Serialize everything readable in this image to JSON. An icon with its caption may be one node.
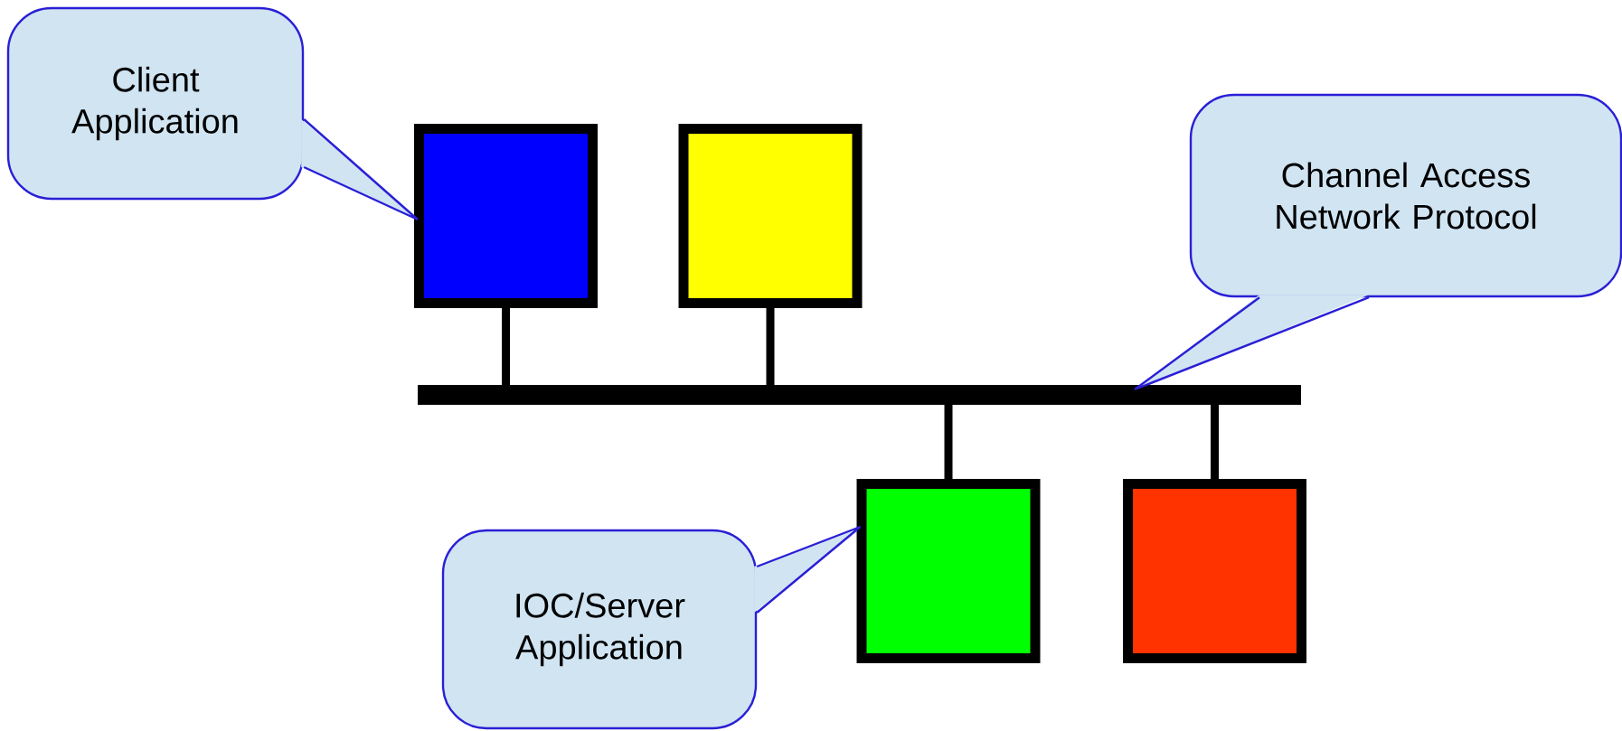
{
  "diagram": {
    "nodes": [
      {
        "text": [
          "Client Application"
        ]
      },
      {
        "text": [],
        "shape": "box"
      },
      {
        "text": [],
        "shape": "box"
      },
      {
        "text": [
          "Channel Access Network Protocol"
        ]
      },
      {
        "text": [],
        "shape": "bar"
      },
      {
        "text": [
          "IOC/Server Application"
        ]
      },
      {
        "text": [],
        "shape": "box"
      },
      {
        "text": [],
        "shape": "box"
      }
    ],
    "edges": [
      {
        "from": 0,
        "to": 1,
        "arrow": "none",
        "color": "#2a1fd6"
      },
      {
        "from": 1,
        "to": 4,
        "arrow": "none"
      },
      {
        "from": 2,
        "to": 4,
        "arrow": "none"
      },
      {
        "from": 3,
        "to": 4,
        "arrow": "none",
        "color": "#2a1fd6"
      },
      {
        "from": 4,
        "to": 6,
        "arrow": "none"
      },
      {
        "from": 4,
        "to": 7,
        "arrow": "none"
      },
      {
        "from": 5,
        "to": 6,
        "arrow": "none",
        "color": "#2a1fd6"
      }
    ]
  }
}
